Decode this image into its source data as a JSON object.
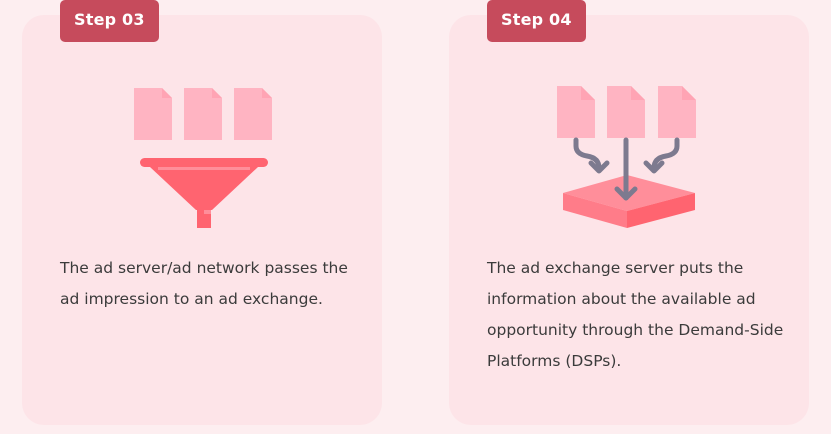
{
  "colors": {
    "page_background": "#fdeef0",
    "card_background": "#fde4e8",
    "badge_background": "#c64b5c",
    "badge_text": "#ffffff",
    "body_text": "#3b3b3b",
    "document_fill": "#ffb4c2",
    "document_fold": "#ffa4b4",
    "funnel_fill": "#ff6470",
    "arrow_color": "#7d7a8f",
    "platform_top": "#ff8e9a",
    "platform_side": "#ff6b78"
  },
  "steps": [
    {
      "badge": "Step 03",
      "icon": "documents-into-funnel-icon",
      "description": "The ad server/ad network passes the ad impression to an ad exchange."
    },
    {
      "badge": "Step 04",
      "icon": "documents-arrows-into-platform-icon",
      "description": "The ad exchange server puts the information about the available ad opportunity through the Demand-Side Platforms (DSPs)."
    }
  ]
}
